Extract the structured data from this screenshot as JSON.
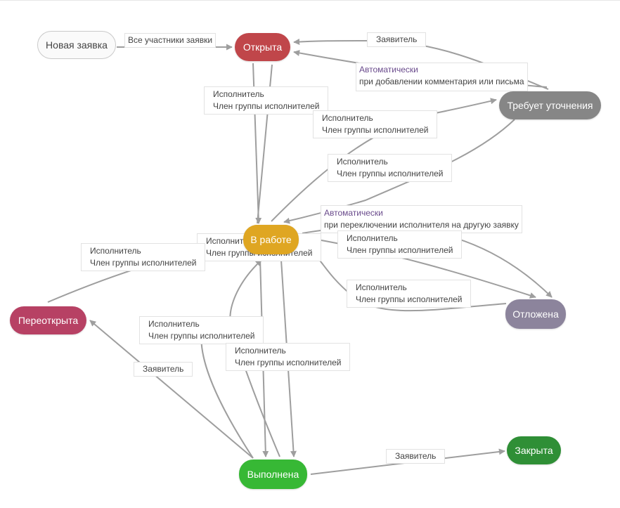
{
  "nodes": {
    "new": "Новая заявка",
    "open": "Открыта",
    "clarification": "Требует уточнения",
    "in_work": "В работе",
    "postponed": "Отложена",
    "reopened": "Переоткрыта",
    "done": "Выполнена",
    "closed": "Закрыта"
  },
  "labels": {
    "all_participants": "Все участники заявки",
    "requester": "Заявитель",
    "executor": "Исполнитель",
    "group_member": "Член группы исполнителей",
    "automatic": "Автоматически",
    "on_comment": "при добавлении комментария или письма",
    "on_switch": "при переключении исполнителя на другую заявку"
  },
  "colors": {
    "edge": "#9e9e9e",
    "open": "#c0464a",
    "clarification": "#868686",
    "in_work": "#dfa622",
    "postponed": "#8c849c",
    "reopened": "#b74164",
    "done": "#37b835",
    "closed": "#2f8f36",
    "automatic_text": "#6a4b8c"
  }
}
